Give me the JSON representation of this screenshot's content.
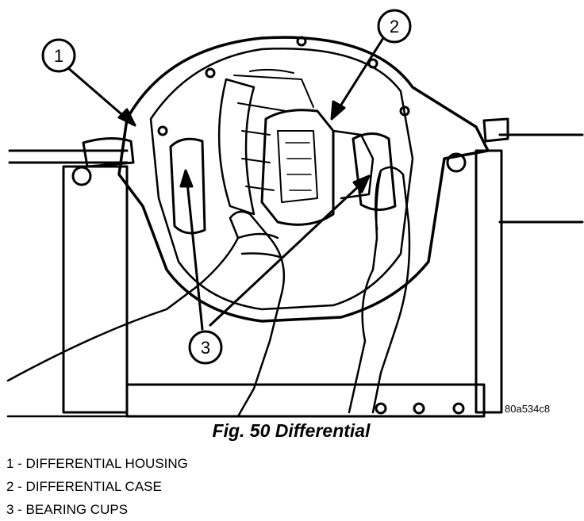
{
  "figure": {
    "code": "80a534c8",
    "caption": "Fig. 50 Differential",
    "callouts": [
      {
        "number": "1"
      },
      {
        "number": "2"
      },
      {
        "number": "3"
      }
    ]
  },
  "legend": [
    "1 - DIFFERENTIAL HOUSING",
    "2 - DIFFERENTIAL CASE",
    "3 - BEARING CUPS"
  ]
}
